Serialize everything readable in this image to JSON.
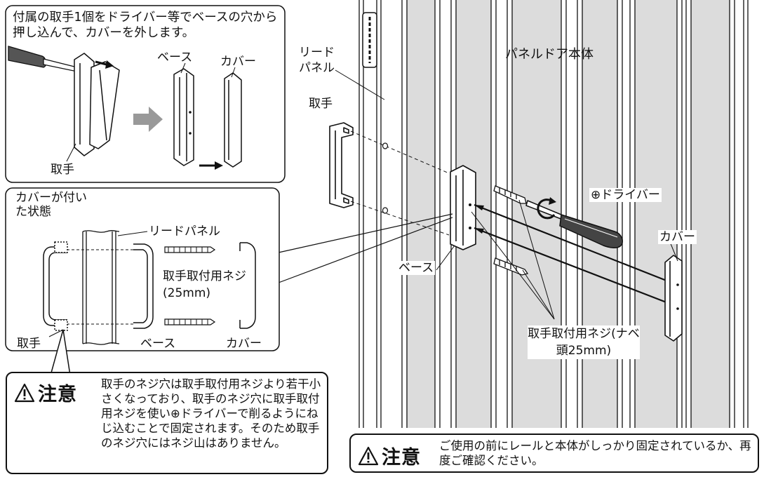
{
  "top_left_instruction": "付属の取手1個をドライバー等でベースの穴から押し込んで、カバーを外します。",
  "labels": {
    "base": "ベース",
    "cover": "カバー",
    "handle": "取手",
    "cover_attached_state": "カバーが付いた状態",
    "lead_panel_small": "リードパネル",
    "handle_screw_25": "取手取付用ネジ(25mm)",
    "lead_panel": "リードパネル",
    "panel_door_body": "パネルドア本体",
    "plus_driver": "⊕ドライバー",
    "handle_screw_pan": "取手取付用ネジ(ナベ頭25mm)"
  },
  "caution_left": {
    "title": "注意",
    "text": "取手のネジ穴は取手取付用ネジより若干小さくなっており、取手のネジ穴に取手取付用ネジを使い⊕ドライバーで削るようにねじ込むことで固定されます。そのため取手のネジ穴にはネジ山はありません。"
  },
  "caution_right": {
    "title": "注意",
    "text": "ご使用の前にレールと本体がしっかり固定されているか、再度ご確認ください。"
  }
}
